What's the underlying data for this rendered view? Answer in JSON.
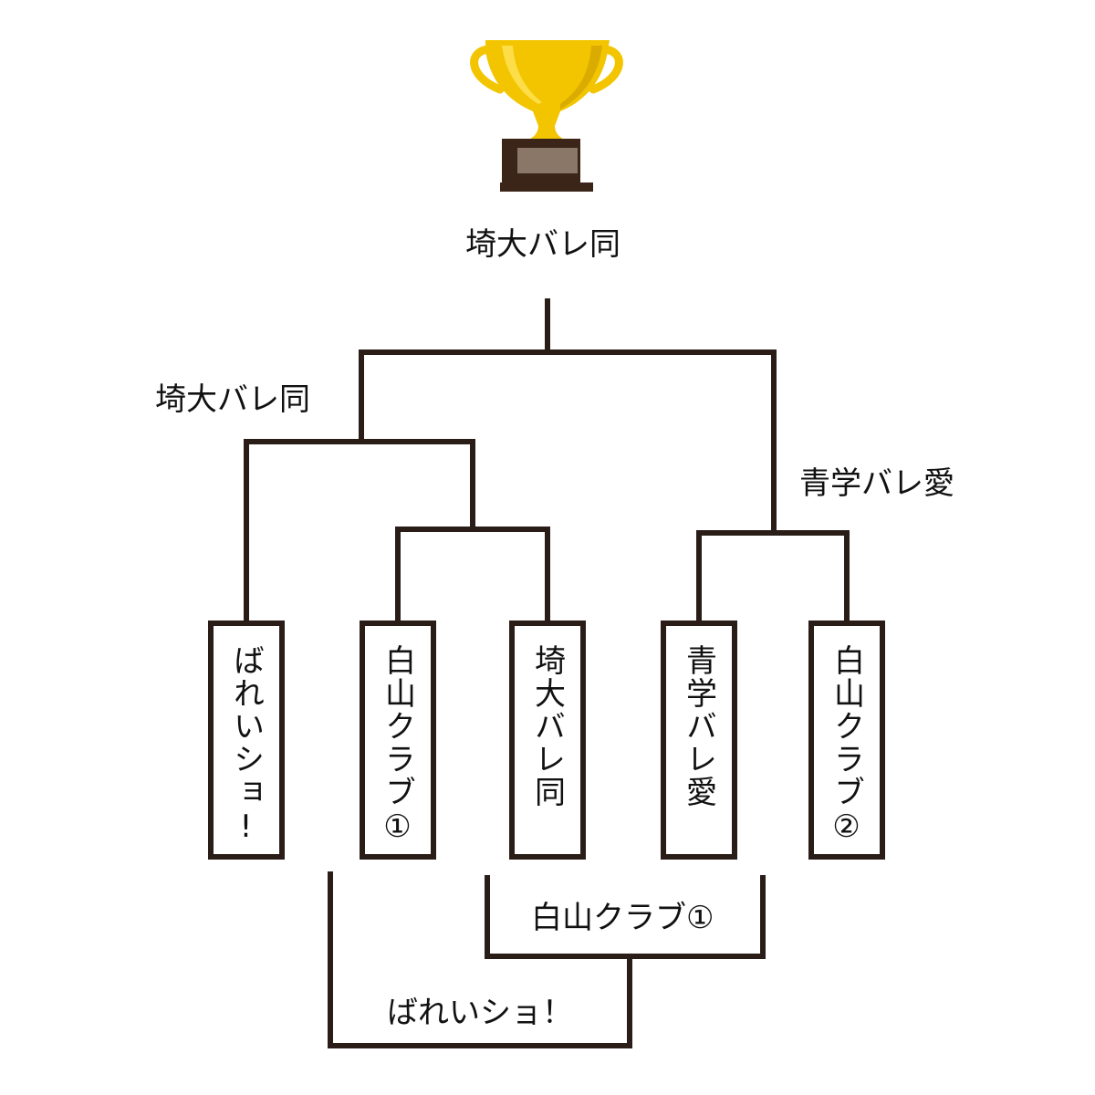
{
  "bracket": {
    "champion": "埼大バレ同",
    "semifinal_winners": {
      "left": "埼大バレ同",
      "right": "青学バレ愛"
    },
    "teams": [
      {
        "name": "ばれいショ!"
      },
      {
        "name": "白山クラブ①"
      },
      {
        "name": "埼大バレ同"
      },
      {
        "name": "青学バレ愛"
      },
      {
        "name": "白山クラブ②"
      }
    ],
    "lower_matches": {
      "upper_result": "白山クラブ①",
      "lower_result": "ばれいショ！"
    }
  },
  "colors": {
    "line": "#2a1d18",
    "trophy_gold": "#f2c500",
    "trophy_base": "#3b2518"
  },
  "icons": {
    "trophy": "trophy-icon"
  }
}
